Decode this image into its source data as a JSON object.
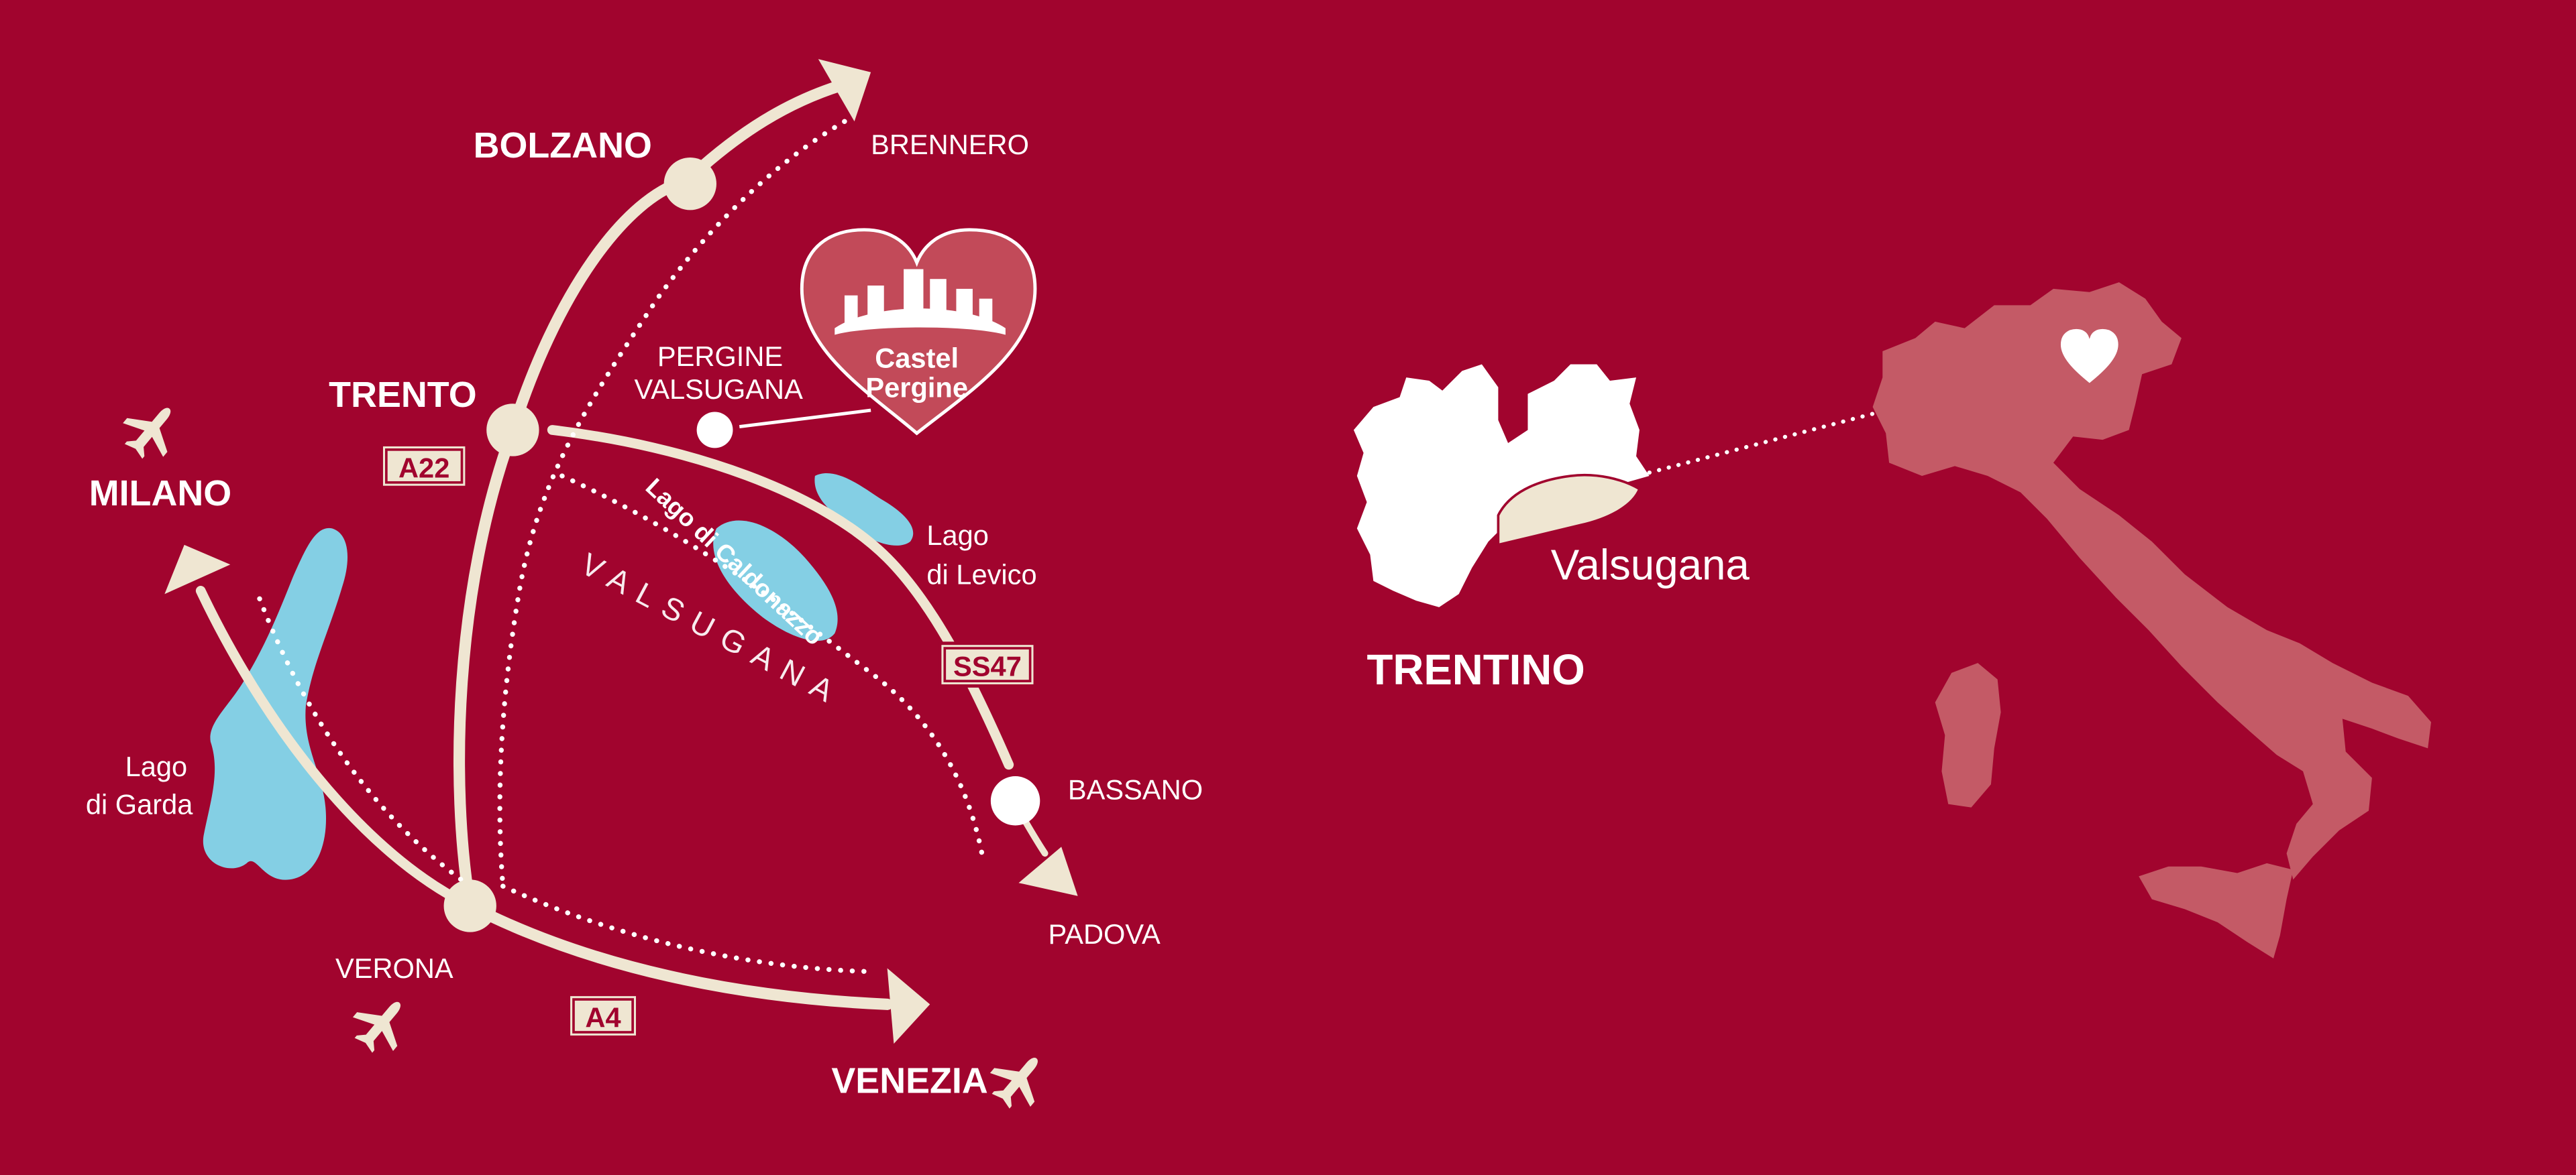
{
  "colors": {
    "background": "#a1042e",
    "road": "#efe6d2",
    "water": "#84cfe4",
    "trentino_fill": "#ffffff",
    "valsugana_fill": "#efe6d2",
    "italy_fill": "#c45a66",
    "heart_fill": "#c24a59"
  },
  "cities": {
    "bolzano": "BOLZANO",
    "brennero": "BRENNERO",
    "trento": "TRENTO",
    "milano": "MILANO",
    "pergine_line1": "PERGINE",
    "pergine_line2": "VALSUGANA",
    "bassano": "BASSANO",
    "padova": "PADOVA",
    "verona": "VERONA",
    "venezia": "VENEZIA"
  },
  "lakes": {
    "garda_line1": "Lago",
    "garda_line2": "di Garda",
    "levico_line1": "Lago",
    "levico_line2": "di Levico",
    "caldonazzo": "Lago di Caldonazzo"
  },
  "region_label": "VALSUGANA",
  "roads": {
    "a22": "A22",
    "ss47": "SS47",
    "a4": "A4"
  },
  "castle_badge": {
    "line1": "Castel",
    "line2": "Pergine"
  },
  "inset": {
    "region": "TRENTINO",
    "valley": "Valsugana"
  },
  "icons": [
    "airplane-icon",
    "castle-icon",
    "heart-icon"
  ]
}
